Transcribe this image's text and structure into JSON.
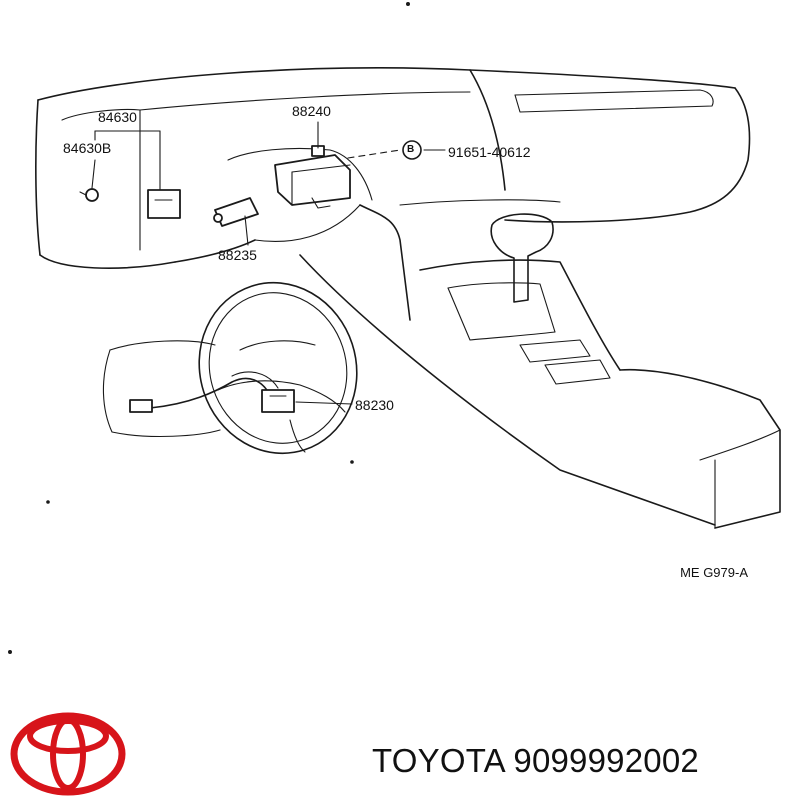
{
  "callouts": {
    "p84630": "84630",
    "p84630b": "84630B",
    "p88240": "88240",
    "bolt_marker": "B",
    "p91651": "91651-40612",
    "p88235": "88235",
    "p88230": "88230"
  },
  "diagram_code": "ME  G979-A",
  "footer": {
    "brand": "TOYOTA",
    "part_number": "9099992002"
  },
  "brand_color": "#d7141a"
}
